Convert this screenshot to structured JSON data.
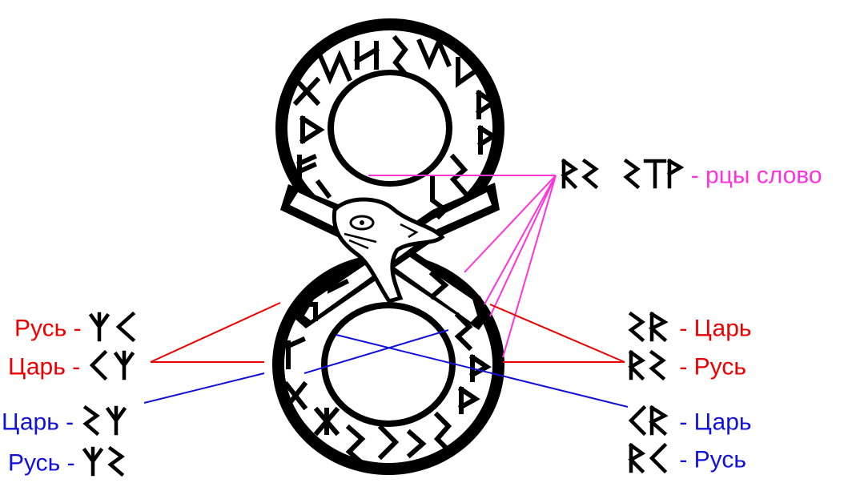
{
  "colors": {
    "magenta": "#ff33dd",
    "red": "#ee0000",
    "blue": "#1111dd",
    "ink": "#000000"
  },
  "labels": {
    "top_right": {
      "text": "- рцы слово",
      "runes": [
        "R",
        "S",
        " ",
        "S",
        "T",
        "P"
      ]
    },
    "left_1": {
      "text": "Русь -",
      "runes": [
        "Y",
        "<"
      ]
    },
    "left_2": {
      "text": "Царь -",
      "runes": [
        "<",
        "Y"
      ]
    },
    "left_3": {
      "text": "Царь -",
      "runes": [
        "S",
        "Y"
      ]
    },
    "left_4": {
      "text": "Русь -",
      "runes": [
        "Y",
        "S"
      ]
    },
    "right_1": {
      "text": "- Царь",
      "runes": [
        "S",
        "R"
      ]
    },
    "right_2": {
      "text": "- Русь",
      "runes": [
        "R",
        "S"
      ]
    },
    "right_3": {
      "text": "- Царь",
      "runes": [
        "<",
        "R"
      ]
    },
    "right_4": {
      "text": "- Русь",
      "runes": [
        "R",
        "<"
      ]
    }
  }
}
